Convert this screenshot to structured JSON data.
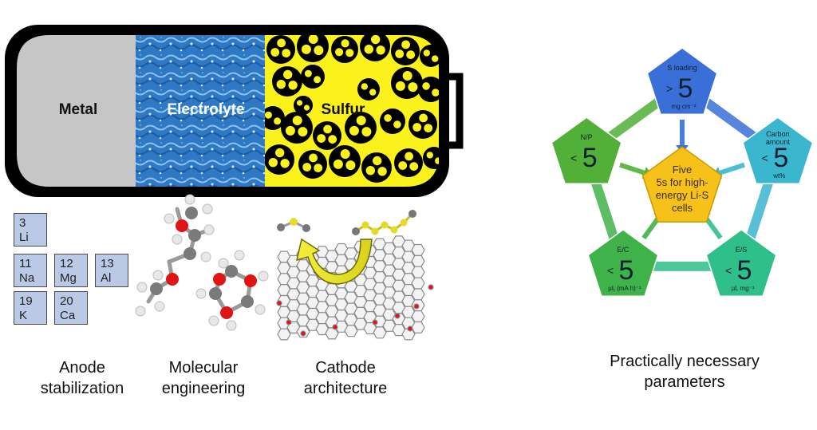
{
  "battery": {
    "metal_label": "Metal",
    "electrolyte_label": "Electrolyte",
    "sulfur_label": "Sulfur"
  },
  "periodic_tiles": [
    {
      "number": "3",
      "symbol": "Li"
    },
    {
      "number": "11",
      "symbol": "Na"
    },
    {
      "number": "12",
      "symbol": "Mg"
    },
    {
      "number": "13",
      "symbol": "Al"
    },
    {
      "number": "19",
      "symbol": "K"
    },
    {
      "number": "20",
      "symbol": "Ca"
    }
  ],
  "captions": {
    "anode": [
      "Anode",
      "stabilization"
    ],
    "molecular": [
      "Molecular",
      "engineering"
    ],
    "cathode": [
      "Cathode",
      "architecture"
    ],
    "parameters": [
      "Practically necessary",
      "parameters"
    ]
  },
  "pentagon": {
    "center": [
      "Five",
      "5s for high-",
      "energy Li-S",
      "cells"
    ],
    "nodes": [
      {
        "id": "s-loading",
        "label": "S loading",
        "comparator": ">",
        "value": "5",
        "unit": "mg cm⁻²",
        "color": "#3a6fd8"
      },
      {
        "id": "carbon",
        "label": "Carbon amount",
        "comparator": "<",
        "value": "5",
        "unit": "wt%",
        "color": "#3ab6cf"
      },
      {
        "id": "es",
        "label": "E/S",
        "comparator": "<",
        "value": "5",
        "unit": "µL mg⁻¹",
        "color": "#2fbf8a"
      },
      {
        "id": "ec",
        "label": "E/C",
        "comparator": "<",
        "value": "5",
        "unit": "µL (mA h)⁻¹",
        "color": "#3fb24a"
      },
      {
        "id": "np",
        "label": "N/P",
        "comparator": "<",
        "value": "5",
        "unit": "",
        "color": "#52b038"
      }
    ],
    "center_color": "#f6c21a"
  }
}
